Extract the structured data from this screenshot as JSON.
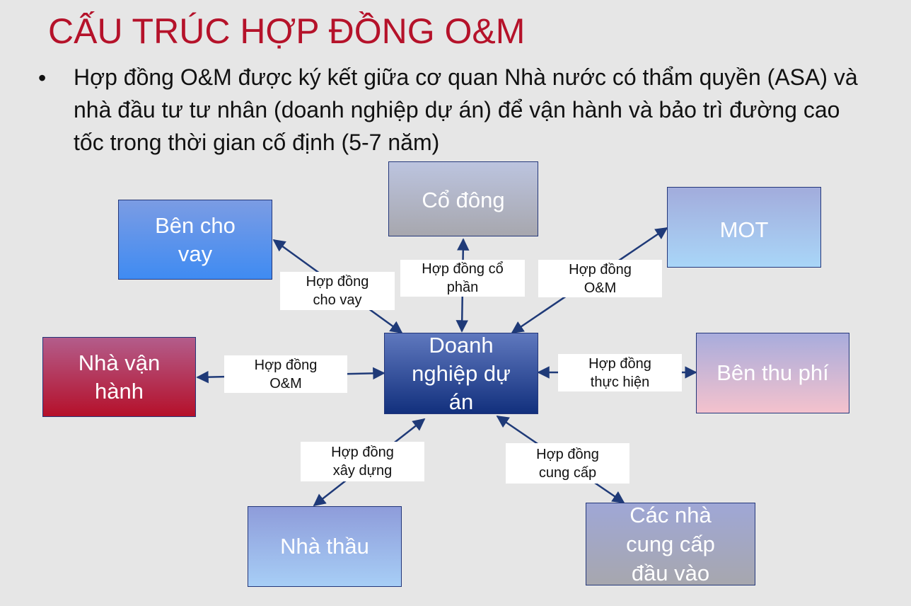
{
  "title": "CẤU TRÚC HỢP ĐỒNG O&M",
  "bullet": {
    "marker": "•",
    "text": "Hợp đồng O&M được ký kết giữa cơ quan Nhà nước có thẩm quyền (ASA) và nhà đầu tư tư nhân (doanh nghiệp dự án) để vận hành và bảo trì đường cao tốc trong thời gian cố định (5-7 năm)"
  },
  "nodes": {
    "co_dong": "Cổ đông",
    "ben_cho_vay": "Bên cho vay",
    "mot": "MOT",
    "nha_van_hanh": "Nhà vận hành",
    "doanh_nghiep": "Doanh nghiệp dự án",
    "ben_thu_phi": "Bên thu phí",
    "nha_thau": "Nhà thầu",
    "nha_cung_cap": "Các nhà cung cấp đầu vào"
  },
  "edge_labels": {
    "cho_vay": "Hợp đồng cho vay",
    "co_phan": "Hợp đồng cổ phần",
    "om_mot": "Hợp đồng O&M",
    "om_van_hanh": "Hợp đồng O&M",
    "thuc_hien": "Hợp đồng thực hiện",
    "xay_dung": "Hợp đồng xây dựng",
    "cung_cap": "Hợp đồng cung cấp"
  },
  "colors": {
    "title": "#b5122a",
    "arrow": "#1f3a78",
    "node_border": "#24377a"
  }
}
